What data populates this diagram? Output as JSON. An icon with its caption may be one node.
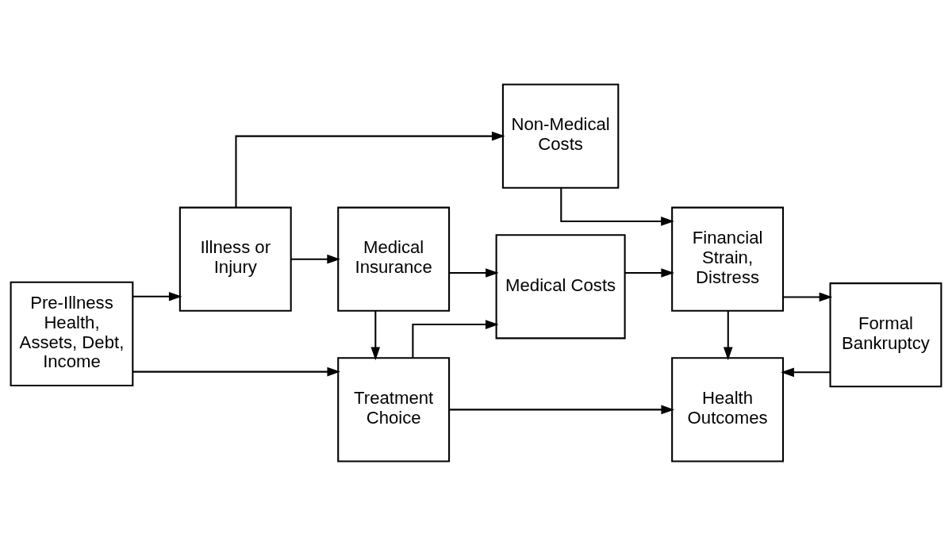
{
  "diagram": {
    "nodes": [
      {
        "text": [
          "Treatment Choice"
        ]
      },
      {
        "text": [
          "Health Outcomes"
        ]
      },
      {
        "text": [
          "Pre-Illness Health, Assets, Debt, Income"
        ]
      },
      {
        "text": [
          "Illness or Injury"
        ]
      },
      {
        "text": [
          "Medical Insurance"
        ]
      },
      {
        "text": [
          "Medical Costs"
        ]
      },
      {
        "text": [
          "Financial Strain, Distress"
        ]
      },
      {
        "text": [
          "Formal Bankruptcy"
        ]
      },
      {
        "text": [
          "Non-Medical Costs"
        ]
      }
    ],
    "edges": [
      {
        "from": 2,
        "to": 0,
        "arrow": "to"
      },
      {
        "from": 2,
        "to": 3,
        "arrow": "to"
      },
      {
        "from": 3,
        "to": 4,
        "arrow": "to"
      },
      {
        "from": 4,
        "to": 5,
        "arrow": "to"
      },
      {
        "from": 5,
        "to": 6,
        "arrow": "to"
      },
      {
        "from": 6,
        "to": 7,
        "arrow": "to"
      },
      {
        "from": 4,
        "to": 0,
        "arrow": "to"
      },
      {
        "from": 0,
        "to": 1,
        "arrow": "to"
      },
      {
        "from": 0,
        "to": 5,
        "arrow": "to"
      },
      {
        "from": 6,
        "to": 1,
        "arrow": "to"
      },
      {
        "from": 7,
        "to": 1,
        "arrow": "to"
      },
      {
        "from": 3,
        "to": 8,
        "arrow": "to"
      },
      {
        "from": 8,
        "to": 6,
        "arrow": "to"
      }
    ]
  }
}
